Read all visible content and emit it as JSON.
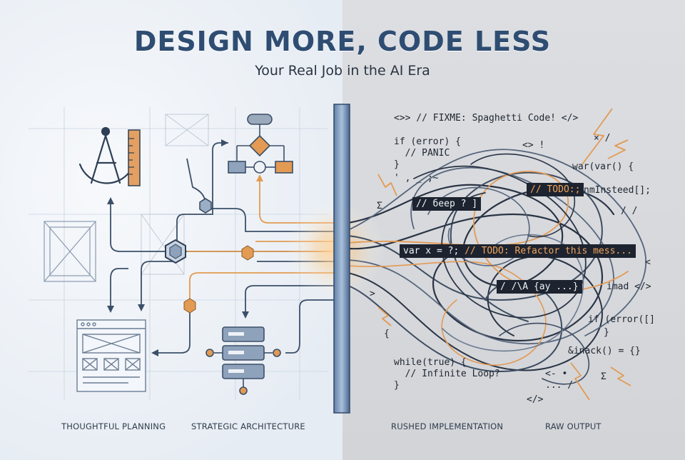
{
  "title": "DESIGN MORE, CODE LESS",
  "subtitle": "Your Real Job in the AI Era",
  "captions": {
    "left_1": "THOUGHTFUL PLANNING",
    "left_2": "STRATEGIC ARCHITECTURE",
    "right_1": "RUSHED IMPLEMENTATION",
    "right_2": "RAW OUTPUT"
  },
  "code": {
    "fixme": "<>> // FIXME: Spaghetti Code! </>",
    "if_error": "if (error) {",
    "panic": "  // PANIC",
    "close_1": "}",
    "tilde": "' , _ ;~",
    "diamond": "<> !",
    "x_slash": "× /",
    "var_call": "war(var() {",
    "todo_tag": "// TODO:;",
    "nm_instead": "nmInsteed[];",
    "sigma": "Σ",
    "deep_tag": "// бeep ? ]",
    "slashes": "/ /",
    "todo_main_a": "var x = ?; ",
    "todo_main_b": "// TODO: Refactor this mess...",
    "gt": ">",
    "lt": "<",
    "mad": "imad </>",
    "small_tag": "/ /\\A {ay ...}",
    "if_error_2": "if (error([]",
    "close_2": "}",
    "open_brace": "{",
    "inack": "&inack() = {}",
    "while_true": "while(true) {",
    "infinite": "  // Infinite Loop?",
    "close_3": "}",
    "dots": "... /",
    "tag_end": "</>",
    "sigma_2": "Σ",
    "zig": "<- •"
  },
  "colors": {
    "accent_orange": "#e39a52",
    "navy": "#2f4d72",
    "blueprint_line": "#b7c3d2"
  },
  "icons": [
    "compass-icon",
    "ruler-icon",
    "flowchart-icon",
    "wireframe-icon",
    "server-stack-icon",
    "hexagon-node-icon"
  ]
}
